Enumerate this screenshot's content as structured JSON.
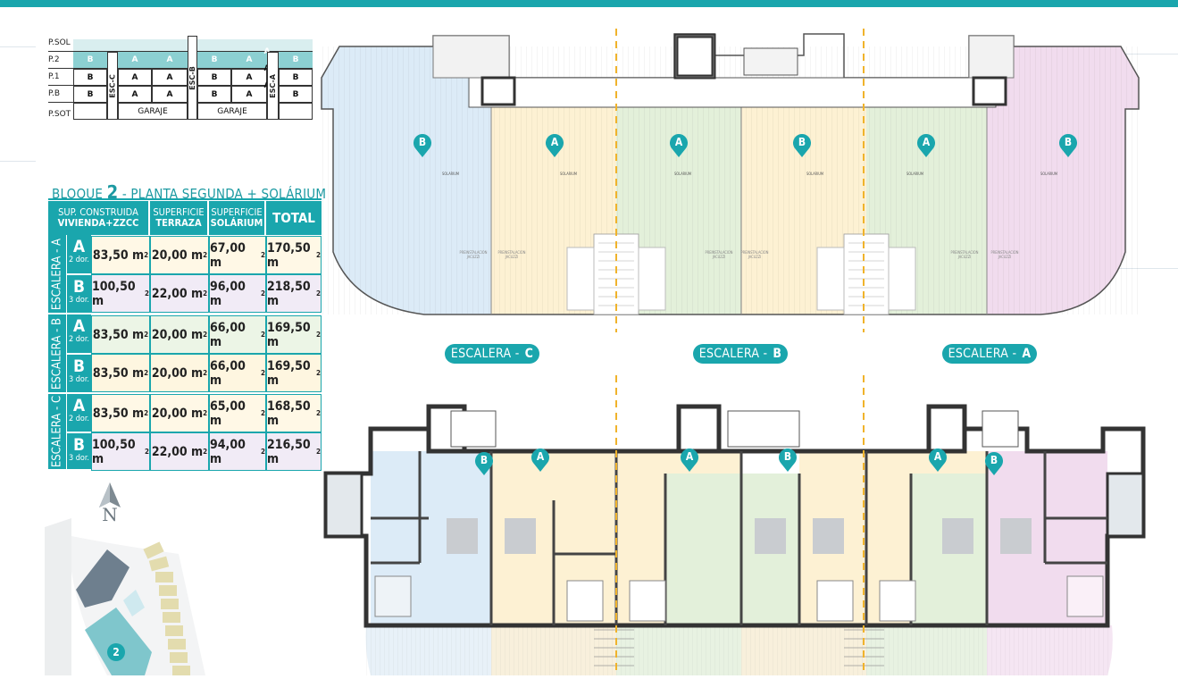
{
  "levels": {
    "labels": [
      "P.SOL",
      "P.2",
      "P.1",
      "P.B",
      "P.SOT"
    ],
    "row_p2": [
      "B",
      "A",
      "A",
      "B",
      "A",
      "A",
      "B"
    ],
    "row_p1": [
      "B",
      "A",
      "A",
      "B",
      "A",
      "A",
      "B"
    ],
    "row_pb": [
      "B",
      "A",
      "A",
      "B",
      "A",
      "A",
      "B"
    ],
    "stairs": [
      "ESC-C",
      "ESC-B",
      "ESC-A"
    ],
    "garage": [
      "GARAJE",
      "GARAJE"
    ]
  },
  "table": {
    "title_prefix": "BLOQUE",
    "title_number": "2",
    "title_suffix": "- PLANTA SEGUNDA + SOLÁRIUM",
    "headers": {
      "sup_line1": "SUP. CONSTRUIDA",
      "sup_line2": "VIVIENDA+ZZCC",
      "terr_line1": "SUPERFICIE",
      "terr_line2": "TERRAZA",
      "sol_line1": "SUPERFICIE",
      "sol_line2": "SOLÁRIUM",
      "total": "TOTAL"
    },
    "escaleras": [
      {
        "label": "ESCALERA - A",
        "rows": [
          {
            "type": "A",
            "dorms": "2 dor.",
            "sup": "83,50 m",
            "terraza": "20,00 m",
            "solarium": "67,00 m",
            "total": "170,50 m"
          },
          {
            "type": "B",
            "dorms": "3 dor.",
            "sup": "100,50 m",
            "terraza": "22,00 m",
            "solarium": "96,00 m",
            "total": "218,50 m"
          }
        ]
      },
      {
        "label": "ESCALERA - B",
        "rows": [
          {
            "type": "A",
            "dorms": "2 dor.",
            "sup": "83,50 m",
            "terraza": "20,00 m",
            "solarium": "66,00 m",
            "total": "169,50 m"
          },
          {
            "type": "B",
            "dorms": "3 dor.",
            "sup": "83,50 m",
            "terraza": "20,00 m",
            "solarium": "66,00 m",
            "total": "169,50 m"
          }
        ]
      },
      {
        "label": "ESCALERA - C",
        "rows": [
          {
            "type": "A",
            "dorms": "2 dor.",
            "sup": "83,50 m",
            "terraza": "20,00 m",
            "solarium": "65,00 m",
            "total": "168,50 m"
          },
          {
            "type": "B",
            "dorms": "3 dor.",
            "sup": "100,50 m",
            "terraza": "22,00 m",
            "solarium": "94,00 m",
            "total": "216,50 m"
          }
        ]
      }
    ],
    "unit_sup": "2"
  },
  "escalera_pills": [
    {
      "prefix": "ESCALERA -",
      "letter": "C"
    },
    {
      "prefix": "ESCALERA -",
      "letter": "B"
    },
    {
      "prefix": "ESCALERA -",
      "letter": "A"
    }
  ],
  "markers": {
    "solarium": [
      "B",
      "A",
      "A",
      "B",
      "A",
      "B"
    ],
    "floor2": [
      "B",
      "A",
      "A",
      "B",
      "A",
      "B"
    ]
  },
  "plan_labels": {
    "solarium_room": "SOLARIUM",
    "jacuzzi": "PREINSTALACION JACUZZI"
  },
  "compass": {
    "letter": "N"
  },
  "site": {
    "block_number": "2"
  },
  "colors": {
    "teal": "#1aa6ad",
    "unit_A_yellow": "#fdf1d3",
    "unit_A_green": "#e3f0da",
    "unit_B_blue": "#dcebf7",
    "unit_B_pink": "#f1dcee"
  }
}
